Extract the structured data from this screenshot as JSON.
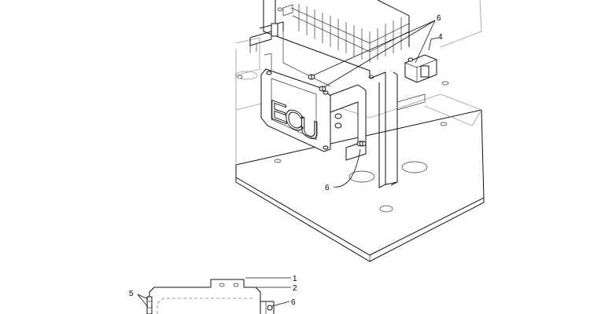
{
  "callouts": {
    "c6_top": "6",
    "c4": "4",
    "c6_mid": "6",
    "c1": "1",
    "c2": "2",
    "c5": "5",
    "c6_bottom": "6"
  },
  "module_lettering": [
    "E",
    "C",
    "U"
  ]
}
